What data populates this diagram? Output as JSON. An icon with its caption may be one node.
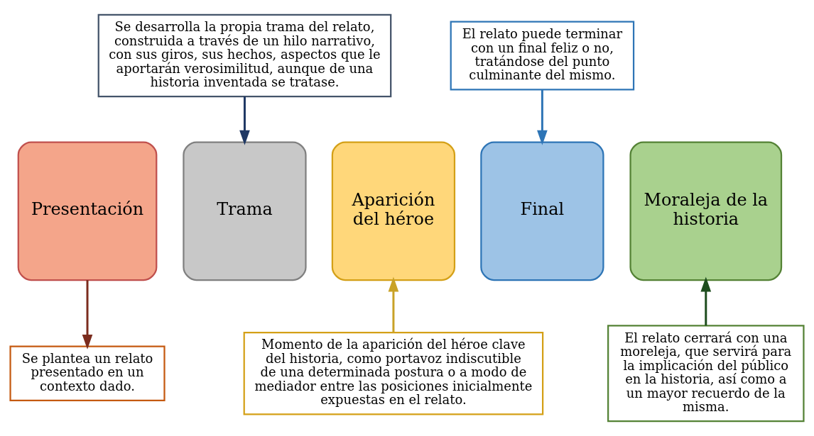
{
  "diagram": {
    "nodes": [
      {
        "text": [
          "Se desarrolla la propia trama del relato, construida a través de un hilo narrativo, con sus giros, sus hechos, aspectos que le aportarán verosimilitud, aunque de una historia inventada se tratase."
        ]
      },
      {
        "text": [
          "El relato puede terminar con un final feliz o no, tratándose del punto culminante del mismo."
        ]
      },
      {
        "text": [
          "Presentación"
        ]
      },
      {
        "text": [
          "Trama"
        ]
      },
      {
        "text": [
          "Aparición del héroe"
        ]
      },
      {
        "text": [
          "Final"
        ]
      },
      {
        "text": [
          "Moraleja de la historia"
        ]
      },
      {
        "text": [
          "Se plantea un relato presentado en un contexto dado."
        ]
      },
      {
        "text": [
          "Momento de la aparición del héroe clave del historia, como portavoz indiscutible de una determinada postura o a modo de mediador entre las posiciones inicialmente expuestas en el relato."
        ]
      },
      {
        "text": [
          "El relato cerrará con una moreleja, que servirá para la implicación del público en la historia, así como a un mayor recuerdo de la misma."
        ]
      }
    ],
    "edges": [
      {
        "from": 0,
        "to": 3,
        "arrow": "to",
        "color": "#1f3864"
      },
      {
        "from": 1,
        "to": 5,
        "arrow": "to",
        "color": "#2e75b6"
      },
      {
        "from": 2,
        "to": 7,
        "arrow": "to",
        "color": "#7b2c1e"
      },
      {
        "from": 8,
        "to": 4,
        "arrow": "to",
        "color": "#c9a227"
      },
      {
        "from": 9,
        "to": 6,
        "arrow": "to",
        "color": "#1e4d1e"
      }
    ]
  }
}
